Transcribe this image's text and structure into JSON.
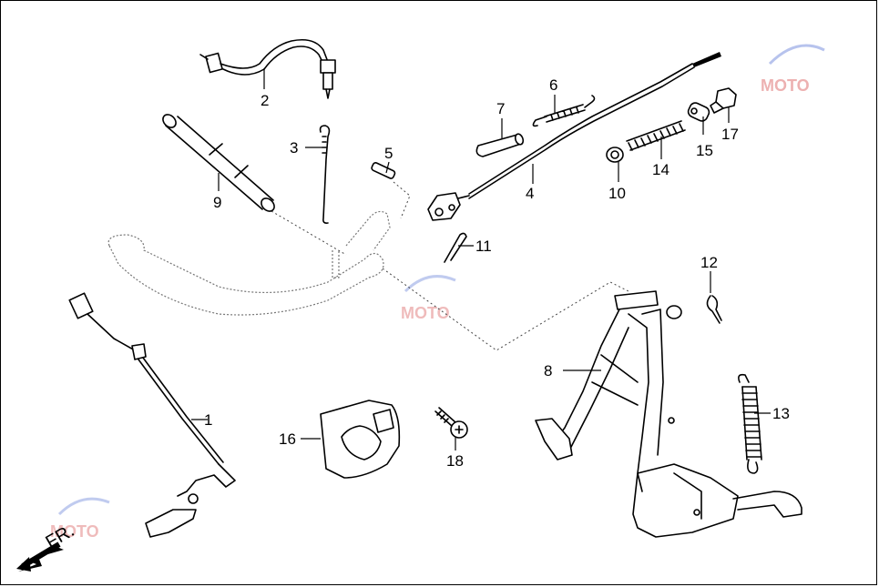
{
  "diagram": {
    "direction_label": "FR.",
    "watermark_text": "MOTO",
    "part_numbers": [
      "1",
      "2",
      "3",
      "4",
      "5",
      "6",
      "7",
      "8",
      "9",
      "10",
      "11",
      "12",
      "13",
      "14",
      "15",
      "16",
      "17",
      "18"
    ]
  }
}
